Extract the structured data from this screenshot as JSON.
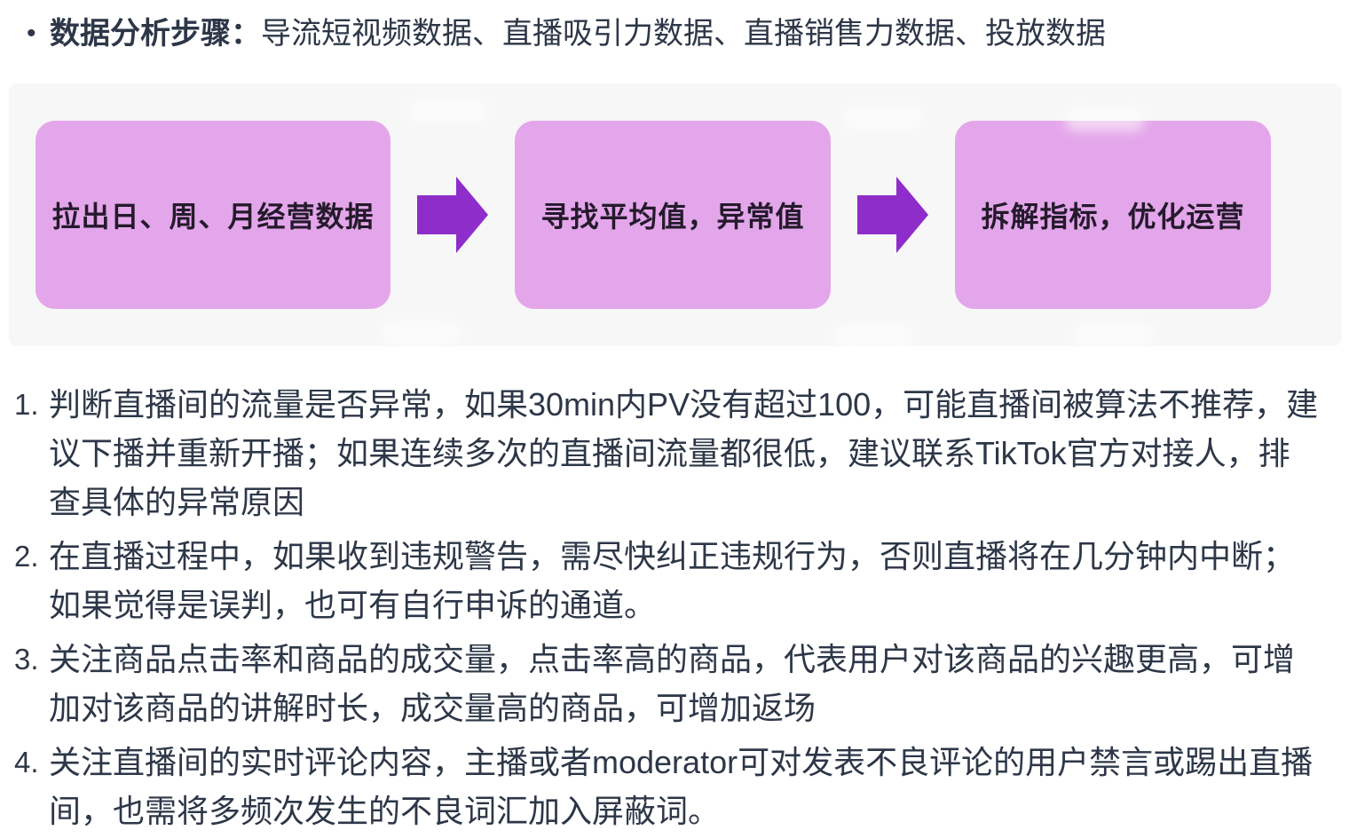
{
  "colors": {
    "text": "#2d3748",
    "figure_background": "#f7f7f7",
    "box_fill": "#e4a6ea",
    "box_text": "#241a2c",
    "arrow": "#8e2dc9"
  },
  "bullet": {
    "marker": "•",
    "label": "数据分析步骤：",
    "text": "导流短视频数据、直播吸引力数据、直播销售力数据、投放数据"
  },
  "flow": {
    "steps": [
      "拉出日、周、月经营数据",
      "寻找平均值，异常值",
      "拆解指标，优化运营"
    ]
  },
  "list": {
    "items": [
      {
        "num": "1.",
        "lines": [
          "判断直播间的流量是否异常，如果30min内PV没有超过100，可能直播间被算法不推荐，建",
          "议下播并重新开播；如果连续多次的直播间流量都很低，建议联系TikTok官方对接人，排",
          "查具体的异常原因"
        ]
      },
      {
        "num": "2.",
        "lines": [
          "在直播过程中，如果收到违规警告，需尽快纠正违规行为，否则直播将在几分钟内中断；",
          "如果觉得是误判，也可有自行申诉的通道。"
        ]
      },
      {
        "num": "3.",
        "lines": [
          "关注商品点击率和商品的成交量，点击率高的商品，代表用户对该商品的兴趣更高，可增",
          "加对该商品的讲解时长，成交量高的商品，可增加返场"
        ]
      },
      {
        "num": "4.",
        "lines": [
          "关注直播间的实时评论内容，主播或者moderator可对发表不良评论的用户禁言或踢出直播",
          "间，也需将多频次发生的不良词汇加入屏蔽词。"
        ]
      }
    ]
  }
}
